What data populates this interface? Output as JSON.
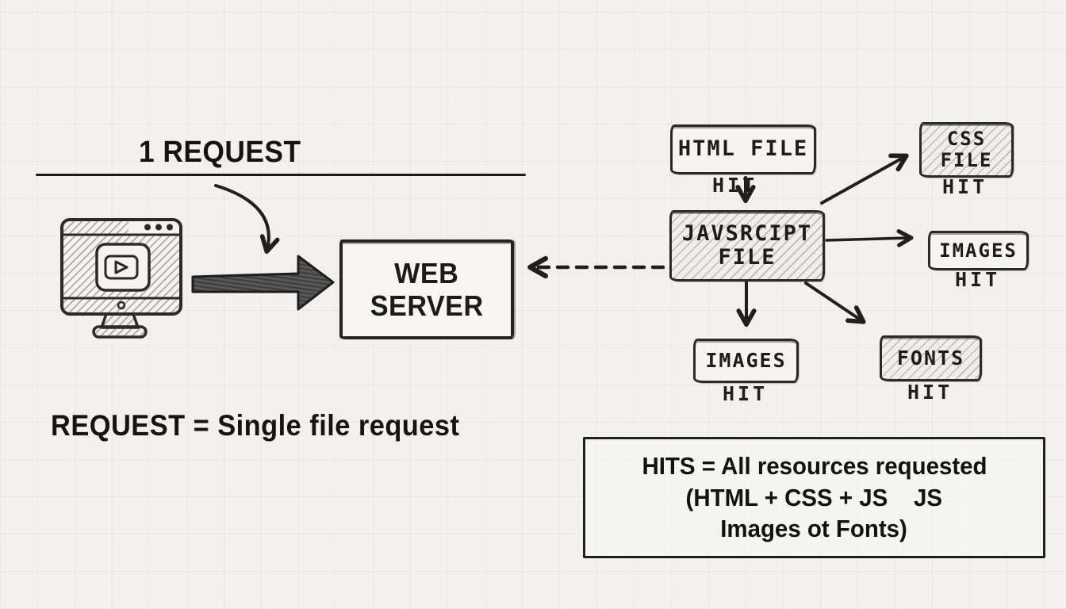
{
  "header": {
    "title": "1 REQUEST"
  },
  "server": {
    "line1": "WEB",
    "line2": "SERVER"
  },
  "nodes": {
    "html": {
      "label": "HTML FILE"
    },
    "js": {
      "line1": "JAVSRCIPT",
      "line2": "FILE"
    },
    "css": {
      "line1": "CSS",
      "line2": "FILE"
    },
    "images_right": {
      "label": "IMAGES"
    },
    "images_bottom": {
      "label": "IMAGES"
    },
    "fonts": {
      "label": "FONTS"
    }
  },
  "labels": {
    "hit": "HIT"
  },
  "notes": {
    "request": "REQUEST = Single file request",
    "hits_line1": "HITS = All resources requested",
    "hits_line2": "(HTML + CSS + JS    JS",
    "hits_line3": "Images ot Fonts)"
  },
  "colors": {
    "ink": "#1f1f1f",
    "paper": "#f2f1ef",
    "pencil_fill": "#565656"
  }
}
